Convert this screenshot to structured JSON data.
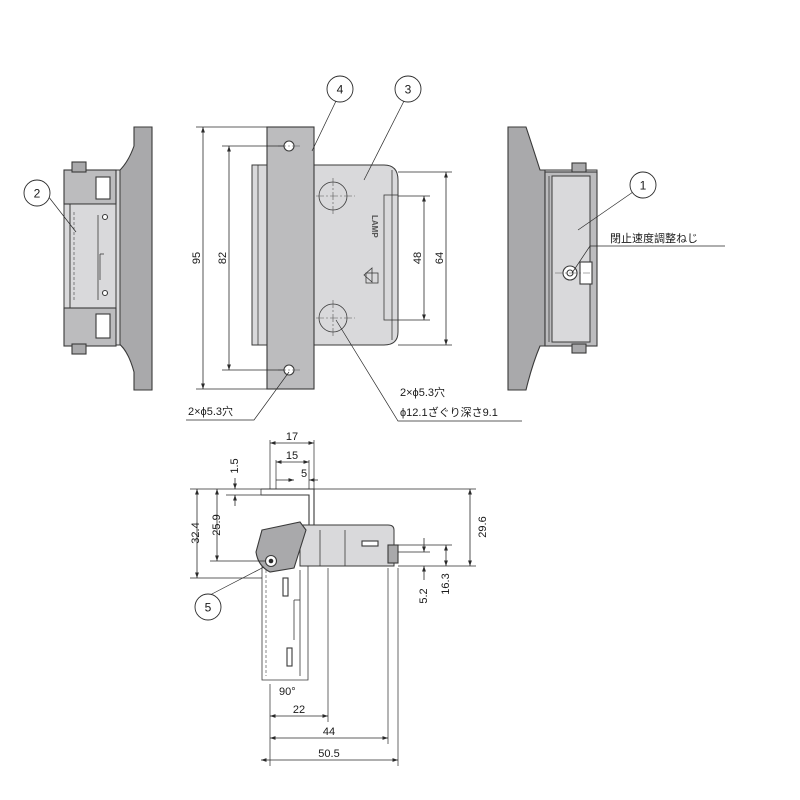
{
  "callouts": {
    "b1": "1",
    "b2": "2",
    "b3": "3",
    "b4": "4",
    "b5": "5"
  },
  "notes": {
    "adjust_screw": "閉止速度調整ねじ",
    "holes_left": "2×ϕ5.3穴",
    "holes_right": "2×ϕ5.3穴",
    "counterbore": "ϕ12.1ざぐり深さ9.1",
    "angle": "90°",
    "emboss_brand": "LAMP"
  },
  "dimensions": {
    "d95": "95",
    "d82": "82",
    "d48": "48",
    "d64": "64",
    "d17": "17",
    "d15": "15",
    "d5": "5",
    "d1_5": "1.5",
    "d32_4": "32.4",
    "d25_9": "25.9",
    "d29_6": "29.6",
    "d5_2": "5.2",
    "d16_3": "16.3",
    "d22": "22",
    "d44": "44",
    "d50_5": "50.5"
  }
}
